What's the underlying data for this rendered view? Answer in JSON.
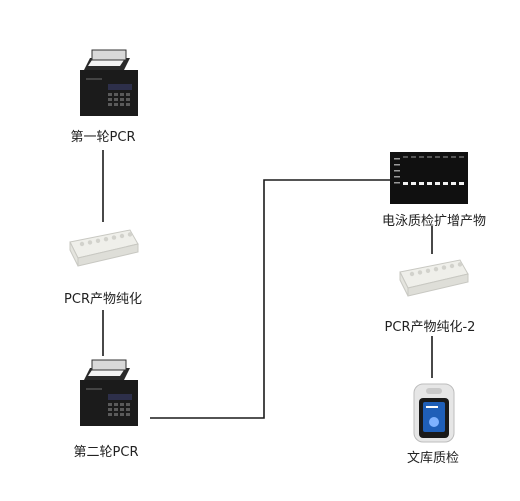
{
  "nodes": {
    "pcr1": {
      "label": "第一轮PCR",
      "icon": "thermal-cycler-icon"
    },
    "pur1": {
      "label": "PCR产物纯化",
      "icon": "purification-column-strip-icon"
    },
    "pcr2": {
      "label": "第二轮PCR",
      "icon": "thermal-cycler-icon"
    },
    "gel": {
      "label": "电泳质检扩增产物",
      "icon": "electrophoresis-gel-icon"
    },
    "pur2": {
      "label": "PCR产物纯化-2",
      "icon": "purification-column-strip-icon"
    },
    "qc": {
      "label": "文库质检",
      "icon": "fluorometer-icon"
    }
  },
  "colors": {
    "line": "#1a1a1a",
    "device_body": "#1b1b1b",
    "device_panel": "#2d2f4a",
    "strip": "#efefea",
    "gel_bg": "#101010",
    "gel_band": "#f2f2f2",
    "fluoro_screen": "#1f5fb8"
  }
}
